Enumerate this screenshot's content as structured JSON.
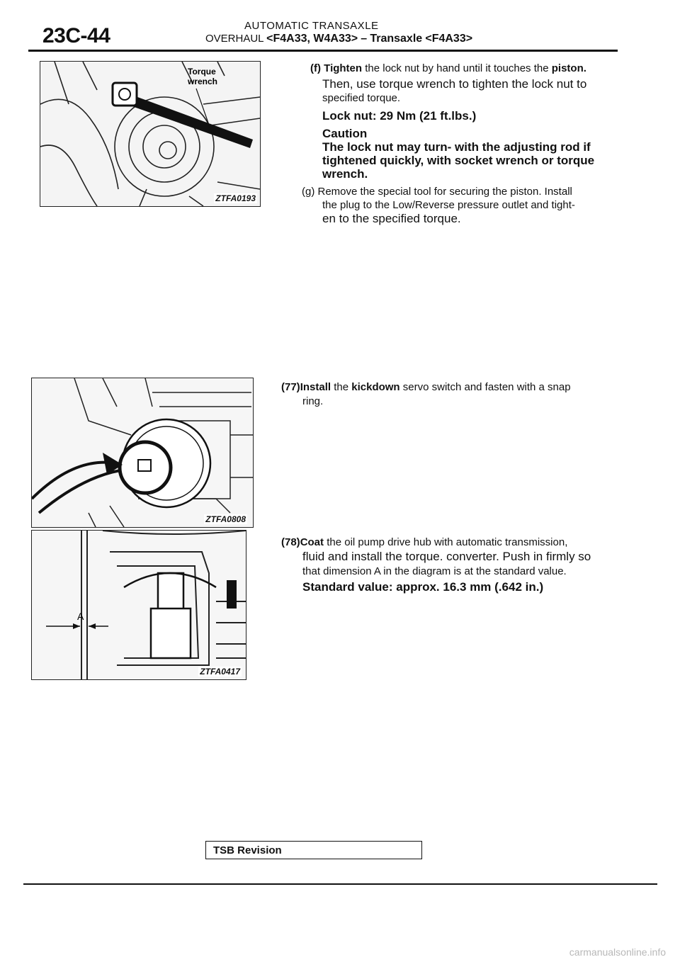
{
  "header": {
    "page_number": "23C-44",
    "section": "AUTOMATIC TRANSAXLE",
    "subsection_prefix": "OVERHAUL",
    "subsection_models": "<F4A33, W4A33>",
    "subsection_dash": "–",
    "subsection_item": "Transaxle",
    "subsection_item_model": "<F4A33>"
  },
  "figures": [
    {
      "id": "ZTFA0193",
      "label": "Torque wrench"
    },
    {
      "id": "ZTFA0808"
    },
    {
      "id": "ZTFA0417",
      "label": "A"
    }
  ],
  "step_f": {
    "line1_lead": "(f)",
    "line1_bold_word": "Tighten",
    "line1_text": "the lock nut by hand until it touches the",
    "line1_bold_end": "piston.",
    "line2": "Then, use torque wrench to tighten the lock nut to",
    "line3": "specified torque.",
    "spec": "Lock nut: 29 Nm (21 ft.lbs.)",
    "caution_title": "Caution",
    "caution_line1": "The lock nut may turn- with the adjusting rod if",
    "caution_line2": "tightened quickly, with socket wrench or torque",
    "caution_line3": "wrench."
  },
  "step_g": {
    "line1": "(g)  Remove the special tool for securing the piston. Install",
    "line2": "the plug to the Low/Reverse pressure outlet and tight-",
    "line3": "en to the specified torque."
  },
  "step_77": {
    "number": "(77)",
    "bold_word": "Install",
    "line1_a": "the",
    "bold_word2": "kickdown",
    "line1_b": "servo switch and fasten with a snap",
    "line2": "ring."
  },
  "step_78": {
    "number": "(78)",
    "bold_word": "Coat",
    "line1": "the oil pump drive hub with automatic transmission,",
    "line2": "fluid and install the torque. converter. Push in firmly so",
    "line3": "that dimension A in the diagram is at the standard value.",
    "spec": "Standard value: approx. 16.3 mm (.642 in.)"
  },
  "footer": {
    "tsb": "TSB Revision",
    "watermark": "carmanualsonline.info"
  }
}
